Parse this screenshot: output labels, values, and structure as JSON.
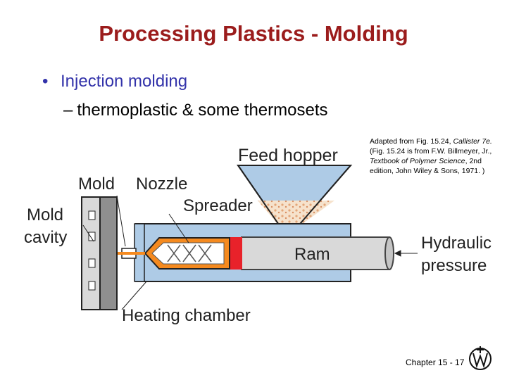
{
  "slide": {
    "title": "Processing Plastics - Molding",
    "bullet": "Injection molding",
    "subbullet": "thermoplastic & some thermosets",
    "dash": "–",
    "bullet_symbol": "•"
  },
  "caption": {
    "part1": "Adapted from Fig. 15.24, ",
    "callister": "Callister 7e.",
    "part2": " (Fig. 15.24 is from F.W. Billmeyer, Jr., ",
    "textbook": "Textbook of Polymer Science",
    "part3": ", 2nd edition, John Wiley & Sons, 1971. )"
  },
  "diagram": {
    "labels": {
      "feed_hopper": "Feed hopper",
      "mold": "Mold",
      "nozzle": "Nozzle",
      "spreader": "Spreader",
      "mold_cavity_1": "Mold",
      "mold_cavity_2": "cavity",
      "ram": "Ram",
      "hydraulic_1": "Hydraulic",
      "hydraulic_2": "pressure",
      "heating_chamber": "Heating chamber"
    },
    "colors": {
      "heating_chamber": "#aecbe6",
      "mold": "#8f8f8f",
      "spreader": "#f58a1f",
      "ram": "#d9d9d9",
      "melt": "#e8222a",
      "hopper_material": "#f3d7b8"
    }
  },
  "footer": {
    "page": "Chapter 15 - 17"
  },
  "logo": {
    "icon": "wiley-logo-icon"
  }
}
